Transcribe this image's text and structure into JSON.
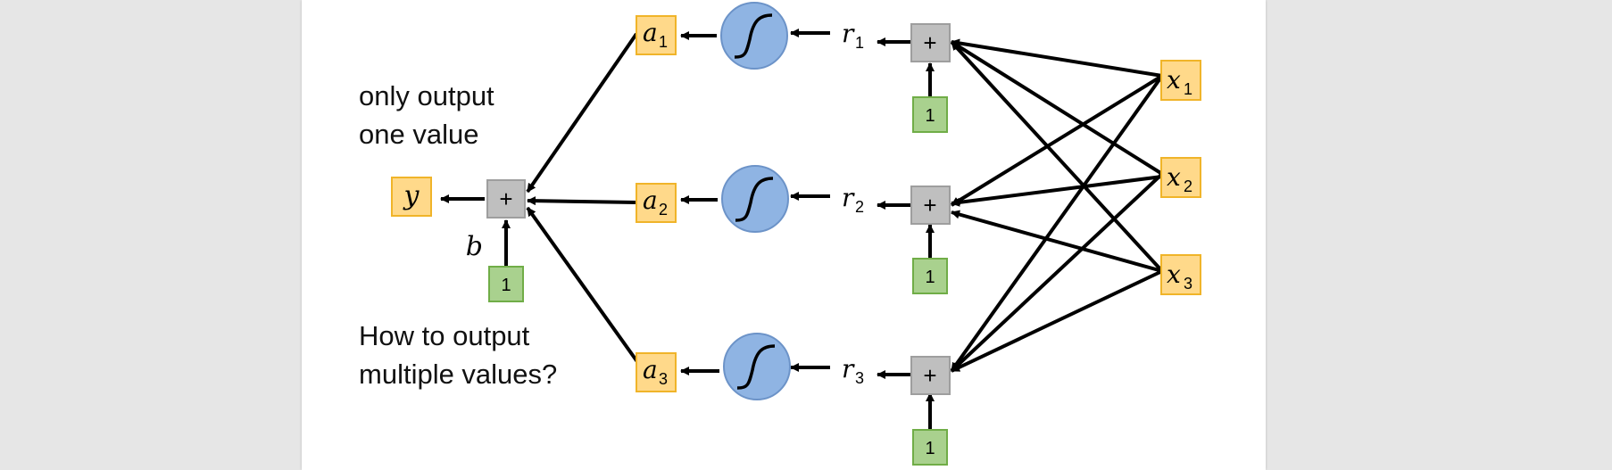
{
  "captions": {
    "top": [
      "only output",
      "one value"
    ],
    "bottom": [
      "How to output",
      "multiple values?"
    ]
  },
  "output": {
    "y_label": "y",
    "bias_label": "b"
  },
  "plus_symbol": "+",
  "bias_input_value": "1",
  "activations": [
    "a",
    "a",
    "a"
  ],
  "activation_subscripts": [
    "1",
    "2",
    "3"
  ],
  "pre_activations": [
    "r",
    "r",
    "r"
  ],
  "pre_activation_subscripts": [
    "1",
    "2",
    "3"
  ],
  "inputs": [
    "x",
    "x",
    "x"
  ],
  "input_subscripts": [
    "1",
    "2",
    "3"
  ],
  "colors": {
    "variable_box_fill": "#ffd98a",
    "variable_box_border": "#f0b429",
    "sum_box_fill": "#bfbfbf",
    "sum_box_border": "#9e9e9e",
    "bias_box_fill": "#a9d18e",
    "bias_box_border": "#70ad47",
    "sigmoid_fill": "#8fb4e3",
    "sigmoid_border": "#6c93c8",
    "arrow": "#000000"
  },
  "icons": [
    "sigmoid-icon"
  ]
}
